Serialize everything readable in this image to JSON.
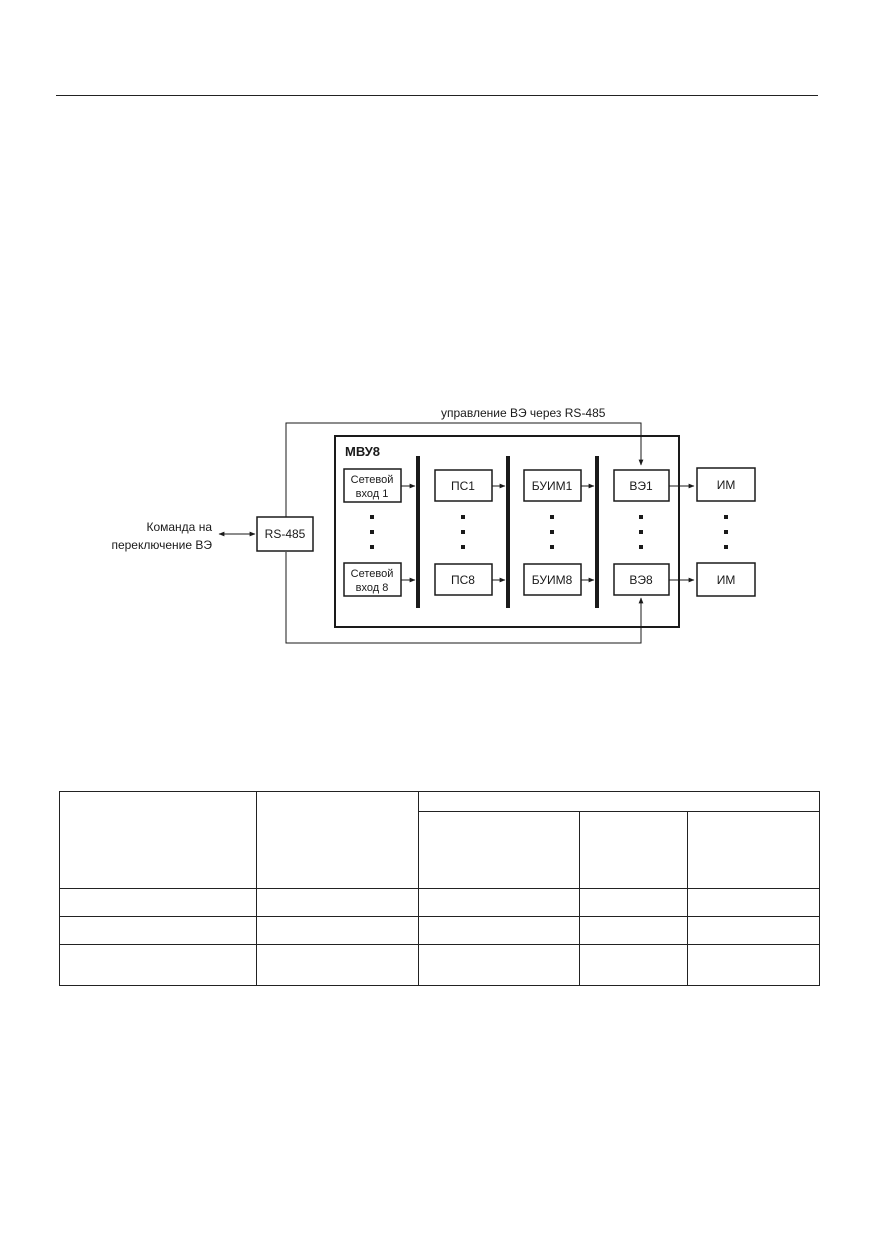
{
  "diagram": {
    "top_label": "управление ВЭ через RS-485",
    "module_title": "МВУ8",
    "command_label_line1": "Команда на",
    "command_label_line2": "переключение ВЭ",
    "rs485": "RS-485",
    "network_input_1_line1": "Сетевой",
    "network_input_1_line2": "вход 1",
    "network_input_8_line1": "Сетевой",
    "network_input_8_line2": "вход 8",
    "ps1": "ПС1",
    "ps8": "ПС8",
    "buim1": "БУИМ1",
    "buim8": "БУИМ8",
    "ve1": "ВЭ1",
    "ve8": "ВЭ8",
    "im1": "ИМ",
    "im8": "ИМ"
  },
  "table": {
    "rows": [
      [
        "",
        "",
        "",
        "",
        ""
      ],
      [
        "",
        "",
        "",
        "",
        ""
      ],
      [
        "",
        "",
        "",
        "",
        ""
      ]
    ]
  }
}
